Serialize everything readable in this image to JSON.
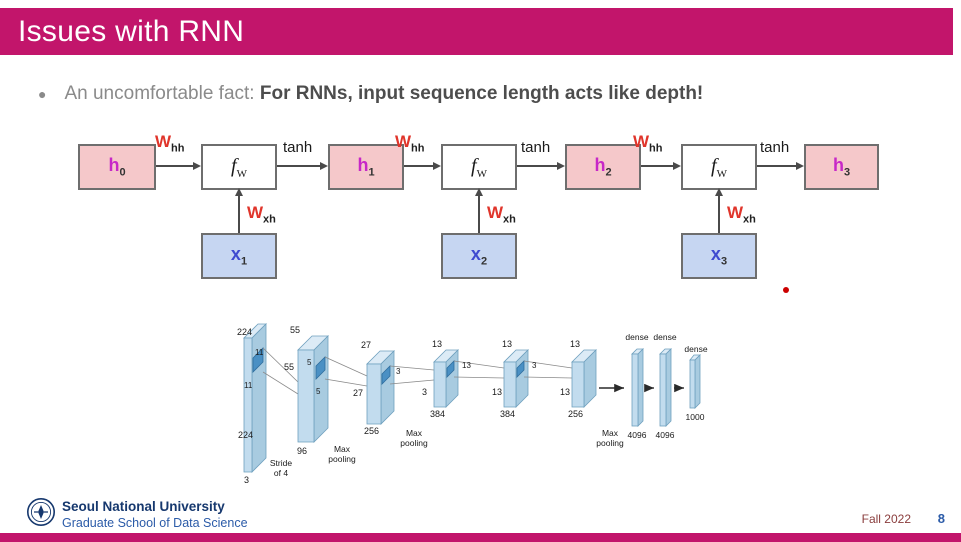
{
  "slide": {
    "title": "Issues with RNN",
    "bullet_normal": "An uncomfortable fact: ",
    "bullet_bold": "For RNNs, input sequence length acts like depth!"
  },
  "rnn": {
    "h_base": "h",
    "h_subs": [
      "0",
      "1",
      "2",
      "3"
    ],
    "f_base": "f",
    "f_sub": "W",
    "x_base": "x",
    "x_subs": [
      "1",
      "2",
      "3"
    ],
    "w_base": "W",
    "w_hh_sub": "hh",
    "w_xh_sub": "xh",
    "tanh_label": "tanh"
  },
  "cnn": {
    "input_size_top": "224",
    "input_k1": "11",
    "input_k2": "11",
    "input_size_bottom": "224",
    "input_depth": "3",
    "stride_line1": "Stride",
    "stride_line2": "of 4",
    "c1_top": "55",
    "c1_left": "55",
    "c1_k1": "5",
    "c1_k2": "5",
    "c1_depth": "96",
    "mp1_line1": "Max",
    "mp1_line2": "pooling",
    "c2_top": "27",
    "c2_left": "27",
    "c2_k": "3",
    "c2_depth": "256",
    "mp2_line1": "Max",
    "mp2_line2": "pooling",
    "c3_top": "13",
    "c3_left": "13",
    "c3_k": "3",
    "c3_depth": "384",
    "c4_top": "13",
    "c4_left": "13",
    "c4_k": "3",
    "c4_depth": "384",
    "c5_top": "13",
    "c5_left": "13",
    "c5_depth": "256",
    "mp3_line1": "Max",
    "mp3_line2": "pooling",
    "dense1_label": "dense",
    "dense2_label": "dense",
    "dense3_label": "dense",
    "dense1_units": "4096",
    "dense2_units": "4096",
    "dense3_units": "1000"
  },
  "footer": {
    "university": "Seoul National University",
    "school": "Graduate School of Data Science",
    "term": "Fall 2022",
    "page": "8"
  },
  "colors": {
    "accent_magenta": "#C2156B",
    "h_box_fill": "#F5C8CA",
    "x_box_fill": "#C6D6F2",
    "h_text": "#C728C7",
    "x_text": "#3F4BD0",
    "w_text": "#E0352B",
    "cnn_fill": "#C2DCEE",
    "snu_blue": "#16386E",
    "term_color": "#8A3D3D"
  }
}
